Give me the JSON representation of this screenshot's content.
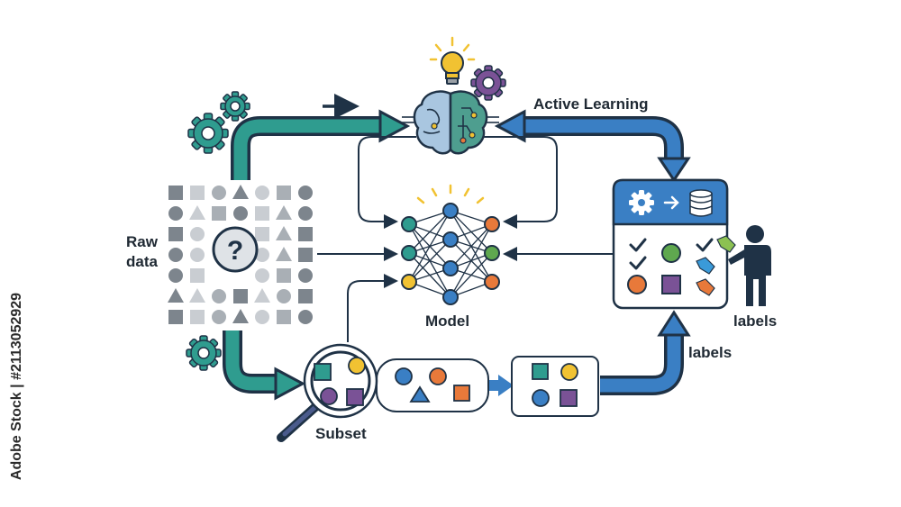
{
  "labels": {
    "active_learning": "Active Learning",
    "raw_data_line1": "Raw",
    "raw_data_line2": "data",
    "model": "Model",
    "subset": "Subset",
    "labels_bottom": "labels",
    "labels_person": "labels"
  },
  "raw_data_symbol": "?",
  "watermark_text": "Adobe Stock | #2113052929",
  "icons": [
    "gear-icon",
    "lightbulb-icon",
    "brain-icon",
    "neural-network-icon",
    "magnifier-icon",
    "database-icon",
    "settings-hand-icon",
    "checkmark-icon",
    "tag-icon",
    "person-icon",
    "arrow-icon"
  ],
  "colors": {
    "teal": "#2f9c8f",
    "blue": "#3a7fc4",
    "navy": "#1f3246",
    "orange": "#e8793a",
    "green": "#5fa84f",
    "yellow": "#f1c232",
    "purple": "#7a5296",
    "grey": "#9aa0a6"
  }
}
